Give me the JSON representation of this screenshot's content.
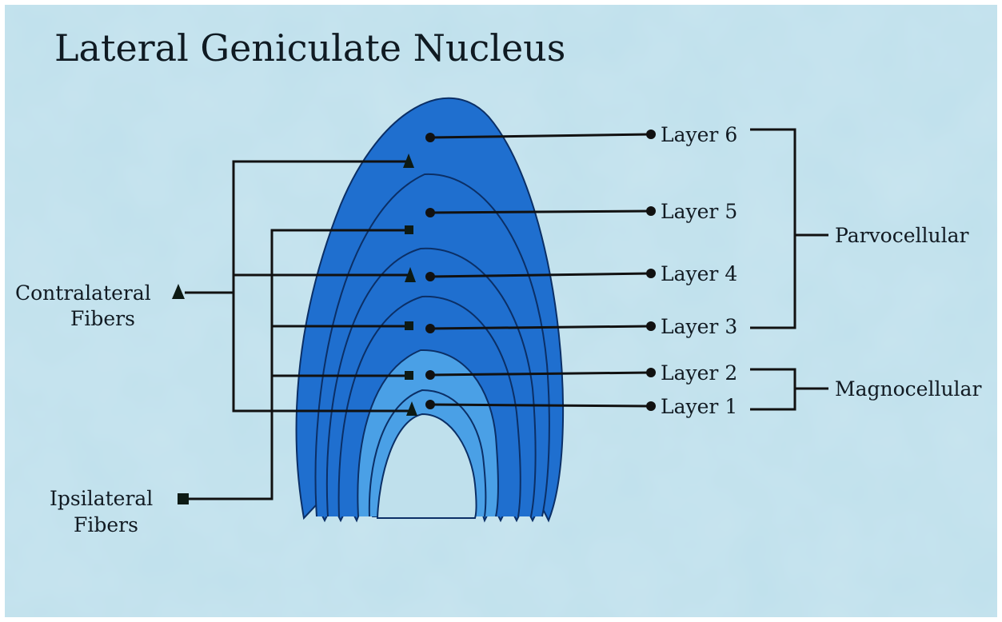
{
  "title": "Lateral Geniculate Nucleus",
  "layers": [
    {
      "label": "Layer 6",
      "fiber": "contralateral"
    },
    {
      "label": "Layer 5",
      "fiber": "ipsilateral"
    },
    {
      "label": "Layer 4",
      "fiber": "contralateral"
    },
    {
      "label": "Layer 3",
      "fiber": "ipsilateral"
    },
    {
      "label": "Layer 2",
      "fiber": "ipsilateral"
    },
    {
      "label": "Layer 1",
      "fiber": "contralateral"
    }
  ],
  "groups": {
    "parvocellular": "Parvocellular",
    "magnocellular": "Magnocellular"
  },
  "fibers": {
    "contralateral_line1": "Contralateral",
    "contralateral_line2": "Fibers",
    "ipsilateral_line1": "Ipsilateral",
    "ipsilateral_line2": "Fibers"
  },
  "colors": {
    "background": "#bfe0ec",
    "parvo_fill": "#1f6fcf",
    "magno_fill": "#4aa0e6",
    "outline": "#0b2f66",
    "line": "#111111"
  }
}
